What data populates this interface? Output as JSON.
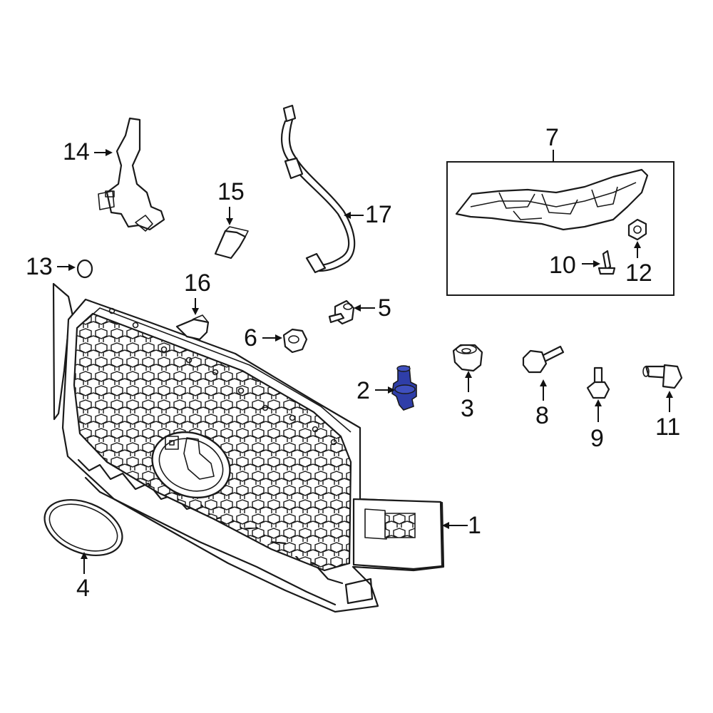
{
  "diagram": {
    "highlight_color": "#2f3ea8",
    "callouts": [
      {
        "id": "1",
        "label": "1"
      },
      {
        "id": "2",
        "label": "2"
      },
      {
        "id": "3",
        "label": "3"
      },
      {
        "id": "4",
        "label": "4"
      },
      {
        "id": "5",
        "label": "5"
      },
      {
        "id": "6",
        "label": "6"
      },
      {
        "id": "7",
        "label": "7"
      },
      {
        "id": "8",
        "label": "8"
      },
      {
        "id": "9",
        "label": "9"
      },
      {
        "id": "10",
        "label": "10"
      },
      {
        "id": "11",
        "label": "11"
      },
      {
        "id": "12",
        "label": "12"
      },
      {
        "id": "13",
        "label": "13"
      },
      {
        "id": "14",
        "label": "14"
      },
      {
        "id": "15",
        "label": "15"
      },
      {
        "id": "16",
        "label": "16"
      },
      {
        "id": "17",
        "label": "17"
      }
    ]
  }
}
